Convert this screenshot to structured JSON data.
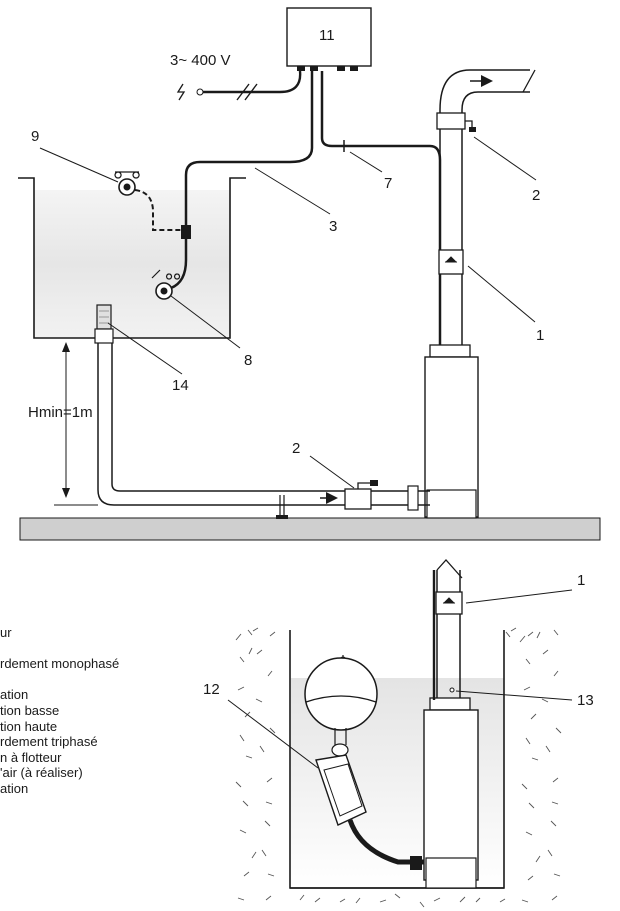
{
  "callouts": {
    "c1_top": "1",
    "c2_top": "2",
    "c3": "3",
    "c7": "7",
    "c8": "8",
    "c9": "9",
    "c11": "11",
    "c14": "14",
    "c2_bottom": "2",
    "c1_bottom": "1",
    "c12": "12",
    "c13": "13"
  },
  "supply_label": "3~ 400 V",
  "height_label": "Hmin=1m",
  "legend_lines": [
    "ur",
    "",
    "rdement monophasé",
    "",
    "ation",
    "tion basse",
    "tion haute",
    "rdement triphasé",
    "n à flotteur",
    "'air (à réaliser)",
    "ation"
  ],
  "colors": {
    "line": "#1a1a1a",
    "water": "#ececec",
    "ground": "#cccccc",
    "pump_fill": "#ffffff"
  }
}
